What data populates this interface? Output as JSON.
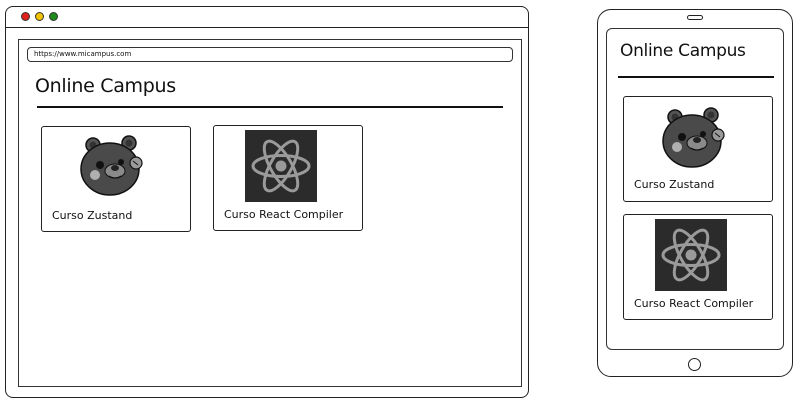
{
  "colors": {
    "close_dot": "#e0201c",
    "minimize_dot": "#f2c200",
    "maximize_dot": "#1e8a1e",
    "react_tile_bg": "#2b2b2b",
    "react_logo": "#9a9a9a",
    "bear_body": "#4a4a4a"
  },
  "desktop": {
    "url": "https://www.micampus.com",
    "title": "Online Campus",
    "courses": [
      {
        "label": "Curso Zustand",
        "icon": "zustand-bear-icon"
      },
      {
        "label": "Curso React Compiler",
        "icon": "react-atom-icon"
      }
    ]
  },
  "mobile": {
    "title": "Online Campus",
    "courses": [
      {
        "label": "Curso Zustand",
        "icon": "zustand-bear-icon"
      },
      {
        "label": "Curso React Compiler",
        "icon": "react-atom-icon"
      }
    ]
  }
}
